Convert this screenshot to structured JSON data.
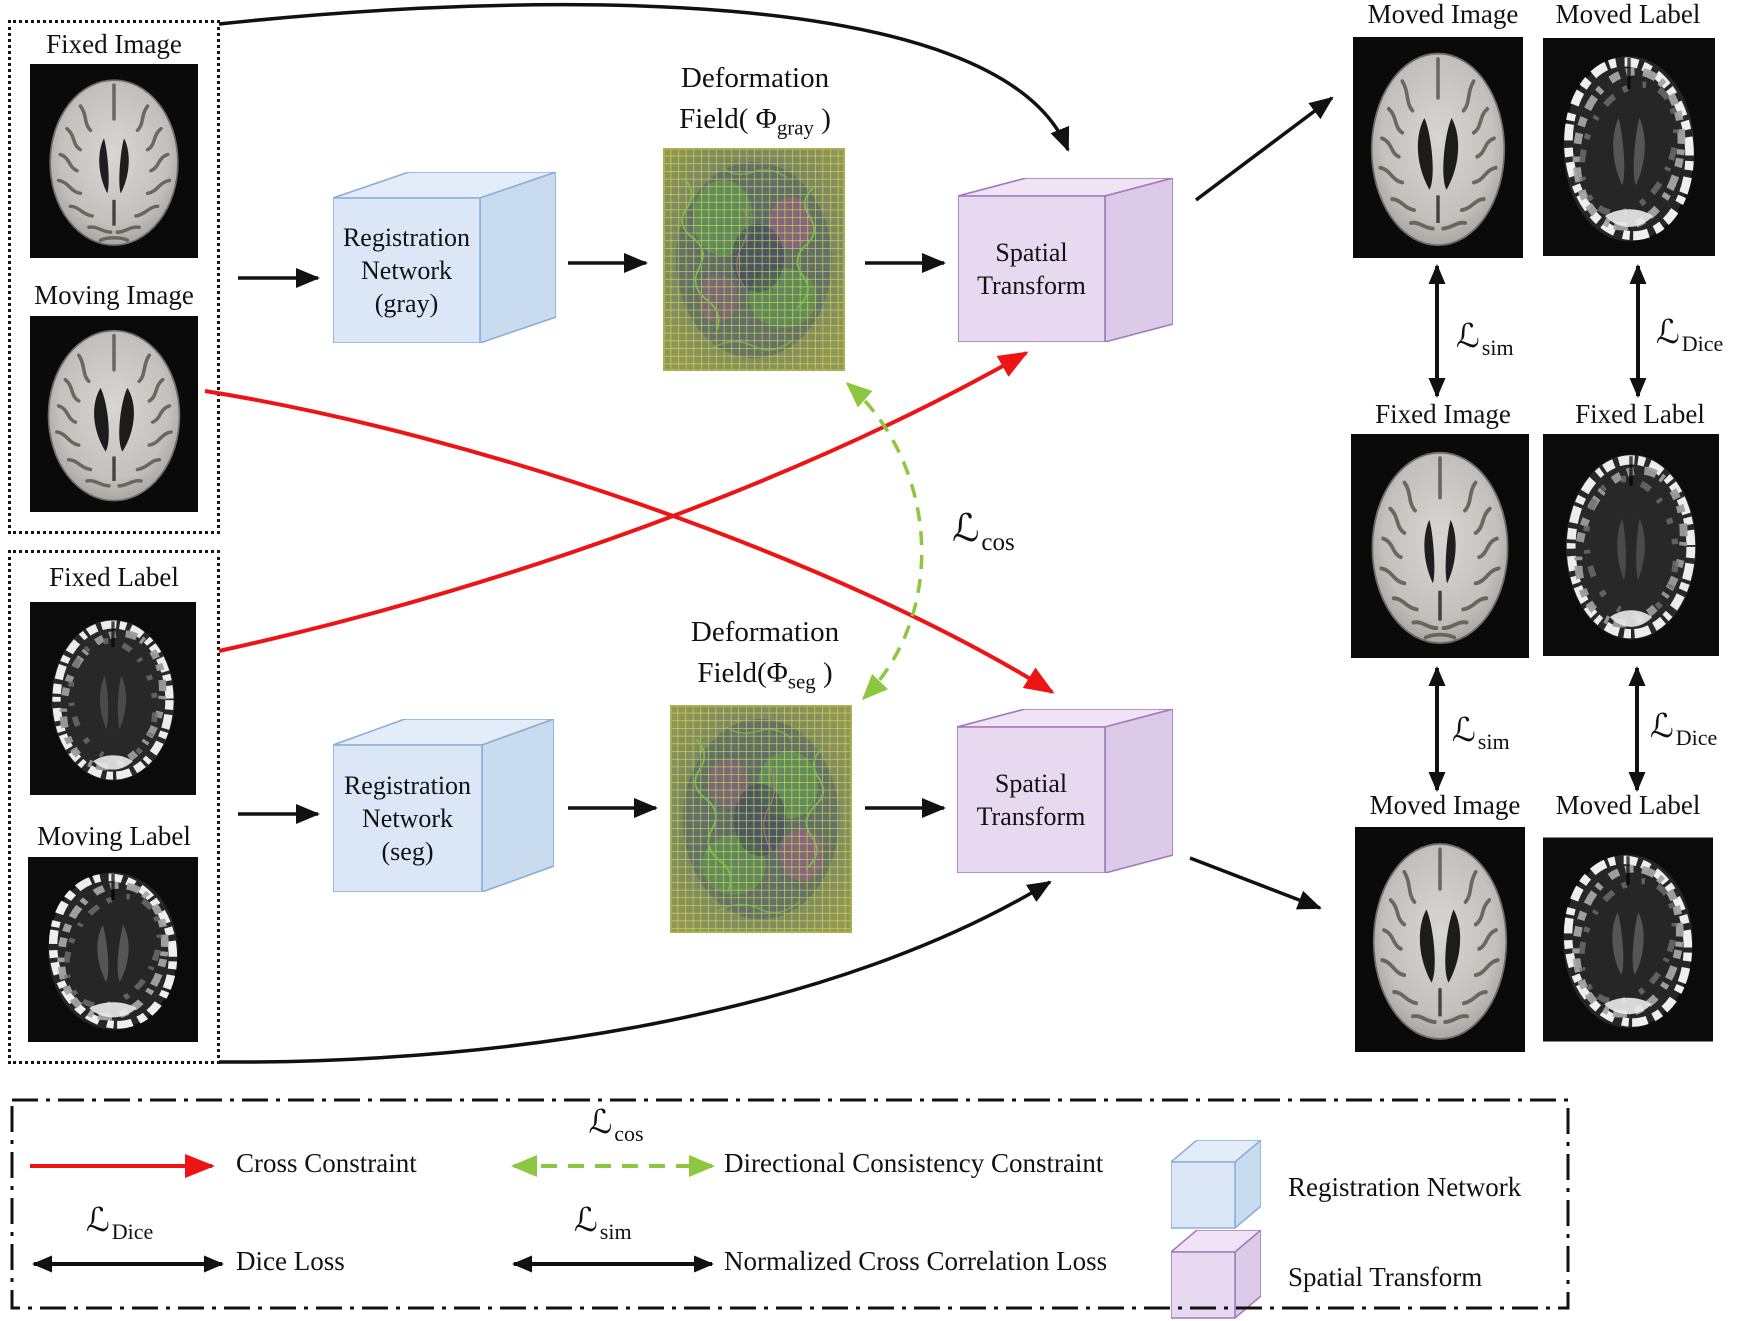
{
  "colors": {
    "cross_constraint_red": "#ee1416",
    "consistency_green": "#8dc63f",
    "network_cube_blue": "#dbe7f6",
    "transform_cube_purple": "#e7d9ef",
    "arrow_black": "#111111"
  },
  "left_panel": {
    "image_box": {
      "items": [
        {
          "label": "Fixed Image"
        },
        {
          "label": "Moving Image"
        }
      ]
    },
    "label_box": {
      "items": [
        {
          "label": "Fixed Label"
        },
        {
          "label": "Moving Label"
        }
      ]
    }
  },
  "gray_branch": {
    "network": {
      "line1": "Registration",
      "line2": "Network",
      "line3": "(gray)"
    },
    "field": {
      "line1": "Deformation",
      "line2_pre": "Field( Φ",
      "sub": "gray",
      "line2_post": " )"
    },
    "transform": {
      "line1": "Spatial",
      "line2": "Transform"
    }
  },
  "seg_branch": {
    "network": {
      "line1": "Registration",
      "line2": "Network",
      "line3": "(seg)"
    },
    "field": {
      "line1": "Deformation",
      "line2_pre": "Field(Φ",
      "sub": "seg",
      "line2_post": " )"
    },
    "transform": {
      "line1": "Spatial",
      "line2": "Transform"
    }
  },
  "losses": {
    "cos": {
      "sym": "ℒ",
      "sub": "cos"
    },
    "sim": {
      "sym": "ℒ",
      "sub": "sim"
    },
    "dice": {
      "sym": "ℒ",
      "sub": "Dice"
    }
  },
  "right_panel": {
    "row1": {
      "left": "Moved Image",
      "right": "Moved Label"
    },
    "row2": {
      "left": "Fixed Image",
      "right": "Fixed Label"
    },
    "row3": {
      "left": "Moved Image",
      "right": "Moved Label"
    }
  },
  "legend": {
    "cross_constraint": "Cross Constraint",
    "directional_consistency": "Directional Consistency Constraint",
    "registration_network": "Registration Network",
    "dice_loss": "Dice Loss",
    "ncc_loss": "Normalized Cross Correlation Loss",
    "spatial_transform": "Spatial Transform"
  }
}
